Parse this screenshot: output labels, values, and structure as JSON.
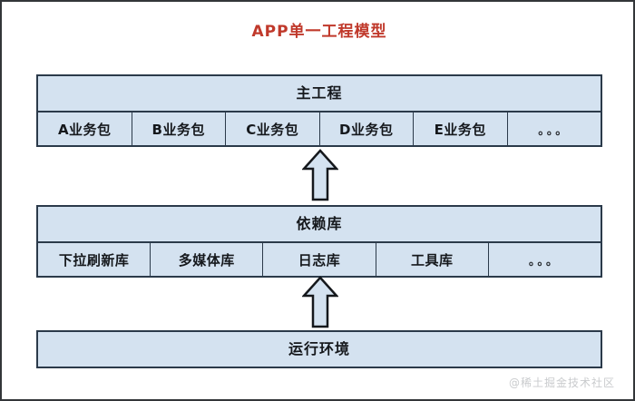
{
  "diagram": {
    "title": "APP单一工程模型",
    "title_color": "#c0392b",
    "block_fill": "#d4e2f0",
    "block_border": "#2b3a4a",
    "layers": [
      {
        "id": "main-project",
        "header": "主工程",
        "cells": [
          {
            "label": "A业务包"
          },
          {
            "label": "B业务包"
          },
          {
            "label": "C业务包"
          },
          {
            "label": "D业务包"
          },
          {
            "label": "E业务包"
          },
          {
            "label": "。。。"
          }
        ]
      },
      {
        "id": "dependency",
        "header": "依赖库",
        "cells": [
          {
            "label": "下拉刷新库"
          },
          {
            "label": "多媒体库"
          },
          {
            "label": "日志库"
          },
          {
            "label": "工具库"
          },
          {
            "label": "。。。"
          }
        ]
      },
      {
        "id": "runtime",
        "header": "运行环境",
        "cells": []
      }
    ],
    "arrows": [
      {
        "id": "dependency-to-main",
        "direction": "up",
        "from": "依赖库",
        "to": "主工程"
      },
      {
        "id": "runtime-to-dependency",
        "direction": "up",
        "from": "运行环境",
        "to": "依赖库"
      }
    ]
  },
  "watermark": {
    "text": "@稀土掘金技术社区"
  }
}
